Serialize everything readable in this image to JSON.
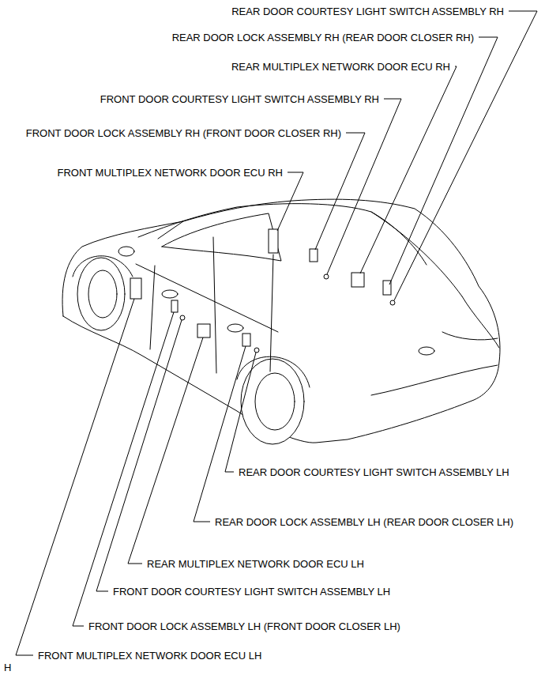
{
  "diagram": {
    "labels": [
      "REAR DOOR COURTESY LIGHT SWITCH ASSEMBLY RH",
      "REAR DOOR LOCK ASSEMBLY RH (REAR DOOR CLOSER RH)",
      "REAR MULTIPLEX NETWORK DOOR ECU RH",
      "FRONT DOOR COURTESY LIGHT SWITCH ASSEMBLY RH",
      "FRONT DOOR LOCK ASSEMBLY RH (FRONT DOOR CLOSER RH)",
      "FRONT MULTIPLEX NETWORK DOOR ECU RH",
      "REAR DOOR COURTESY LIGHT SWITCH ASSEMBLY LH",
      "REAR DOOR LOCK ASSEMBLY LH (REAR DOOR CLOSER LH)",
      "REAR MULTIPLEX NETWORK DOOR ECU LH",
      "FRONT DOOR COURTESY LIGHT SWITCH ASSEMBLY LH",
      "FRONT DOOR LOCK ASSEMBLY LH (FRONT DOOR CLOSER LH)",
      "FRONT MULTIPLEX NETWORK DOOR ECU LH",
      "H"
    ]
  }
}
